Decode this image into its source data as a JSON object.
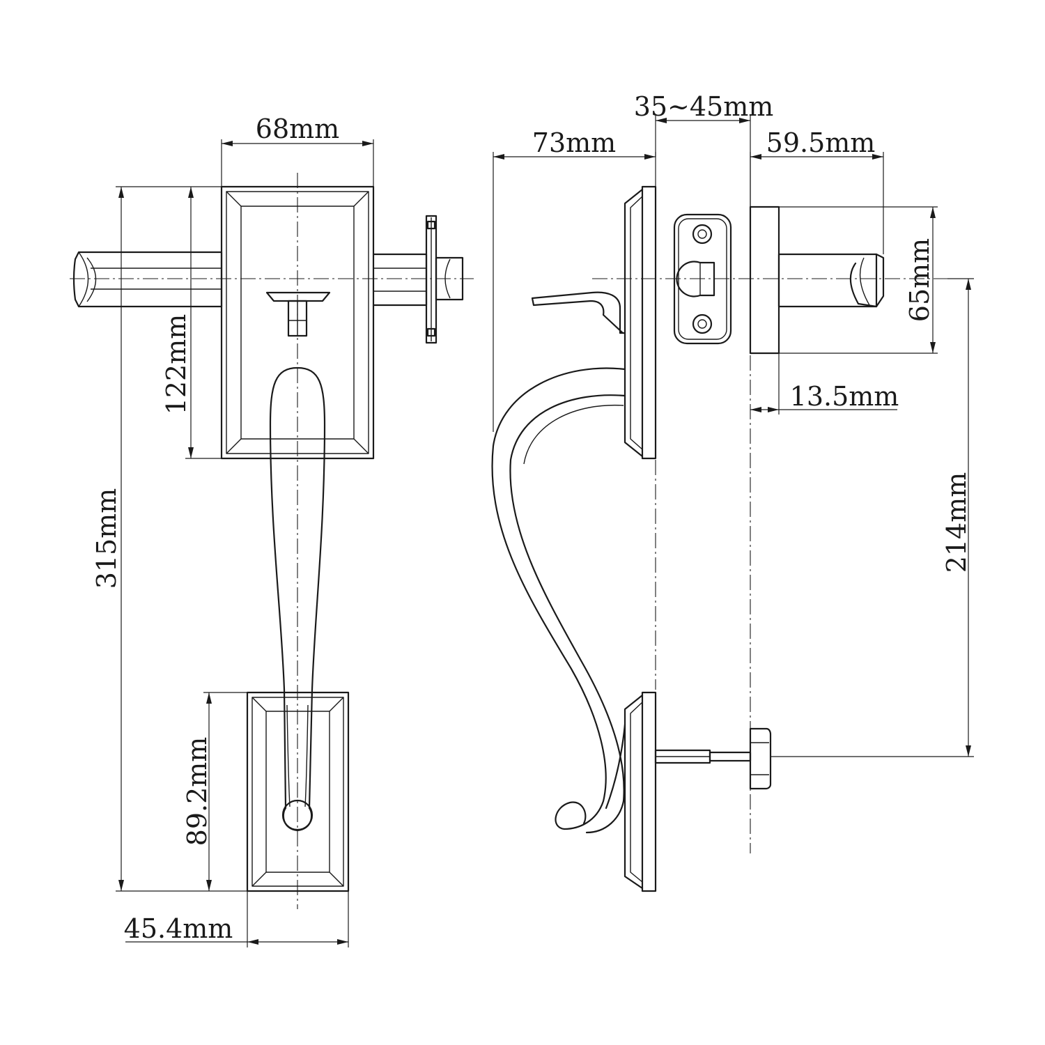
{
  "drawing": {
    "line_color": "#1a1a1a",
    "background": "#ffffff",
    "front_view": {
      "dimensions": {
        "top_width": "68mm",
        "overall_height": "315mm",
        "upper_plate_height": "122mm",
        "lower_plate_height": "89.2mm",
        "lower_plate_width": "45.4mm"
      }
    },
    "side_view": {
      "dimensions": {
        "projection": "73mm",
        "door_thickness": "35~45mm",
        "lever_length": "59.5mm",
        "rose_diameter": "65mm",
        "rose_thickness": "13.5mm",
        "center_distance": "214mm"
      }
    }
  }
}
